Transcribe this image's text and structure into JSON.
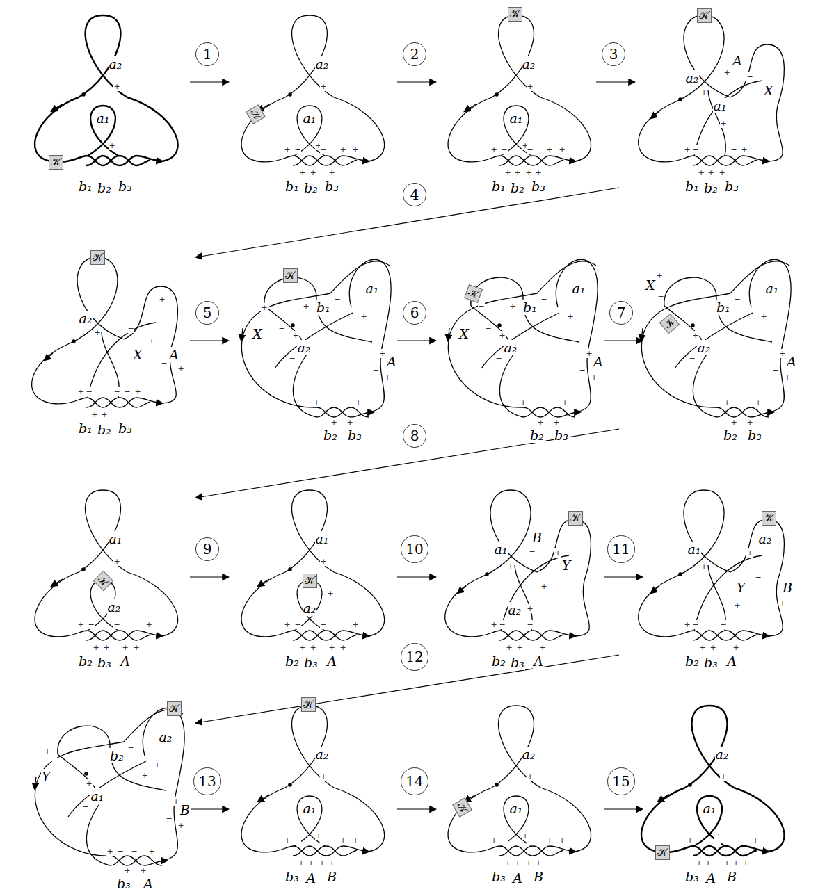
{
  "diagram": {
    "nodes": [
      {
        "text": [
          "𝒦"
        ]
      },
      {
        "text": [
          "1"
        ]
      },
      {
        "text": [
          "𝒦"
        ]
      },
      {
        "text": [
          "2"
        ]
      },
      {
        "text": [
          "𝒦"
        ]
      },
      {
        "text": [
          "3"
        ]
      },
      {
        "text": [
          "𝒦"
        ]
      },
      {
        "text": [
          "4"
        ]
      },
      {
        "text": [
          "𝒦"
        ]
      },
      {
        "text": [
          "5"
        ]
      },
      {
        "text": [
          "𝒦"
        ]
      },
      {
        "text": [
          "6"
        ]
      },
      {
        "text": [
          "𝒦"
        ]
      },
      {
        "text": [
          "7"
        ]
      },
      {
        "text": [
          "𝒦"
        ]
      },
      {
        "text": [
          "8"
        ]
      },
      {
        "text": [
          "𝒦"
        ]
      },
      {
        "text": [
          "9"
        ]
      },
      {
        "text": [
          "𝒦"
        ]
      },
      {
        "text": [
          "10"
        ]
      },
      {
        "text": [
          "𝒦"
        ]
      },
      {
        "text": [
          "11"
        ]
      },
      {
        "text": [
          "𝒦"
        ]
      },
      {
        "text": [
          "12"
        ]
      },
      {
        "text": [
          "𝒦"
        ]
      },
      {
        "text": [
          "13"
        ]
      },
      {
        "text": [
          "𝒦"
        ]
      },
      {
        "text": [
          "14"
        ]
      },
      {
        "text": [
          "𝒦"
        ]
      },
      {
        "text": [
          "15"
        ]
      },
      {
        "text": [
          "𝒦"
        ]
      }
    ],
    "labels": [
      "a₂",
      "+",
      "a₁",
      "+",
      "b₁",
      "b₂",
      "b₃",
      "a₂",
      "+",
      "a₁",
      "+",
      "+",
      "−",
      "−",
      "+",
      "+",
      "+",
      "+",
      "+",
      "b₁",
      "b₂",
      "b₃",
      "a₂",
      "+",
      "a₁",
      "+",
      "+",
      "−",
      "−",
      "+",
      "+",
      "+",
      "+",
      "+",
      "+",
      "b₁",
      "b₂",
      "b₃",
      "a₂",
      "+",
      "A",
      "+",
      "−",
      "X",
      "a₁",
      "+",
      "+",
      "−",
      "+",
      "+",
      "+",
      "−",
      "+",
      "b₁",
      "b₂",
      "b₃",
      "+",
      "a₂",
      "−",
      "X",
      "−",
      "+",
      "A",
      "−",
      "+",
      "+",
      "−",
      "+",
      "+",
      "−",
      "−",
      "+",
      "b₁",
      "b₂",
      "b₃",
      "+",
      "X",
      "+",
      "−",
      "+",
      "b₁",
      "a₂",
      "+",
      "−",
      "−",
      "a₁",
      "+",
      "A",
      "+",
      "−",
      "+",
      "+",
      "−",
      "+",
      "−",
      "+",
      "+",
      "b₂",
      "b₃",
      "−",
      "X",
      "−",
      "+",
      "b₁",
      "a₂",
      "+",
      "−",
      "−",
      "a₁",
      "+",
      "A",
      "+",
      "−",
      "+",
      "+",
      "−",
      "+",
      "−",
      "+",
      "+",
      "b₂",
      "b₃",
      "X",
      "+",
      "−",
      "b₁",
      "−",
      "a₁",
      "+",
      "+",
      "a₂",
      "−",
      "A",
      "+",
      "−",
      "+",
      "−",
      "+",
      "+",
      "−",
      "+",
      "+",
      "b₂",
      "b₃",
      "a₁",
      "+",
      "a₂",
      "+",
      "−",
      "+",
      "+",
      "−",
      "+",
      "+",
      "+",
      "b₂",
      "b₃",
      "A",
      "a₁",
      "+",
      "+",
      "a₂",
      "+",
      "−",
      "+",
      "+",
      "−",
      "+",
      "+",
      "+",
      "b₂",
      "b₃",
      "A",
      "a₁",
      "+",
      "B",
      "−",
      "+",
      "Y",
      "+",
      "a₂",
      "+",
      "+",
      "−",
      "+",
      "+",
      "−",
      "+",
      "b₂",
      "b₃",
      "A",
      "a₁",
      "+",
      "a₂",
      "+",
      "Y",
      "−",
      "+",
      "B",
      "+",
      "+",
      "−",
      "+",
      "+",
      "−",
      "+",
      "b₂",
      "b₃",
      "A",
      "+",
      "−",
      "Y",
      "b₂",
      "−",
      "a₂",
      "+",
      "+",
      "a₁",
      "−",
      "+",
      "B",
      "+",
      "−",
      "+",
      "+",
      "−",
      "+",
      "−",
      "+",
      "+",
      "b₃",
      "A",
      "a₂",
      "+",
      "a₁",
      "+",
      "+",
      "−",
      "−",
      "+",
      "+",
      "+",
      "+",
      "+",
      "+",
      "b₃",
      "A",
      "B",
      "a₂",
      "+",
      "a₁",
      "+",
      "+",
      "−",
      "−",
      "+",
      "+",
      "+",
      "+",
      "+",
      "+",
      "b₃",
      "A",
      "B",
      "a₂",
      "+",
      "a₁",
      "+",
      "+",
      "+",
      "+",
      "−",
      "+",
      "+",
      "+",
      "+",
      "b₃",
      "A",
      "B"
    ]
  }
}
